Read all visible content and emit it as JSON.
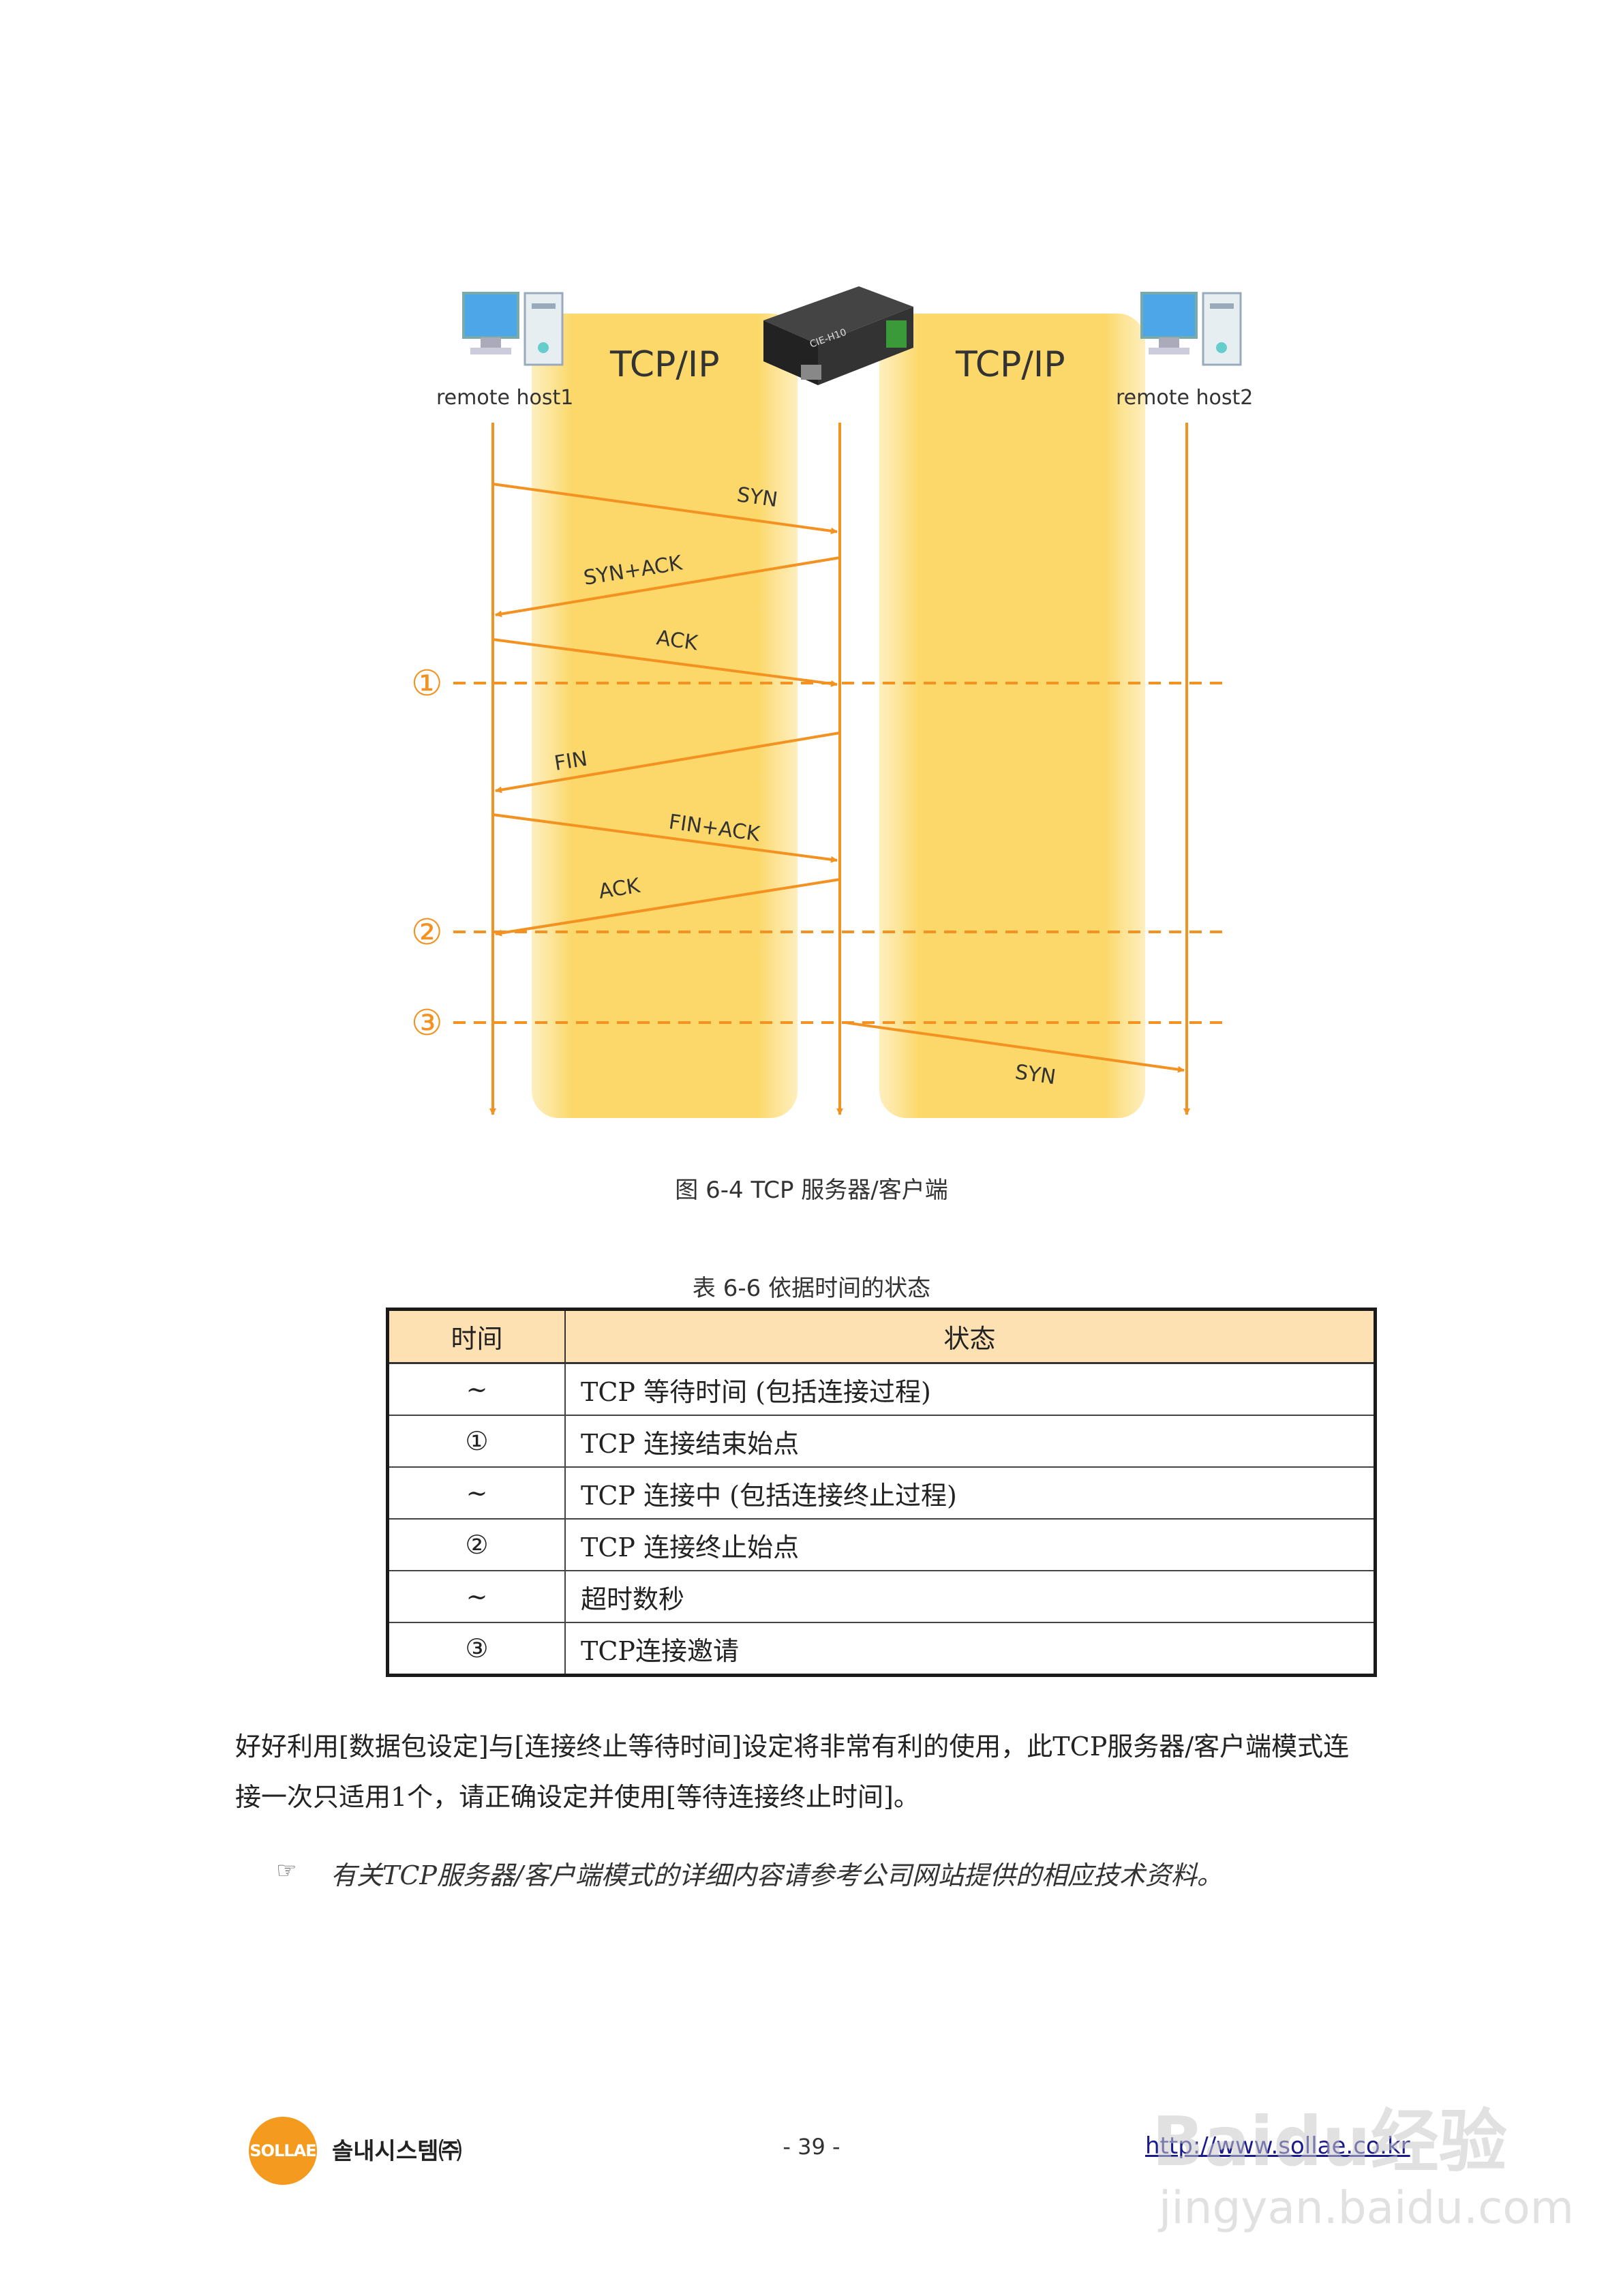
{
  "diagram": {
    "host1_label": "remote host1",
    "host2_label": "remote host2",
    "tcpip_left": "TCP/IP",
    "tcpip_right": "TCP/IP",
    "device_label": "CIE-H10",
    "messages": [
      "SYN",
      "SYN+ACK",
      "ACK",
      "FIN",
      "FIN+ACK",
      "ACK",
      "SYN"
    ],
    "markers": [
      "①",
      "②",
      "③"
    ],
    "colors": {
      "band": "#fcd86a",
      "arrow": "#f39220"
    }
  },
  "figure_caption": {
    "prefix": "图",
    "number": "6-4",
    "text": "TCP 服务器/客户端"
  },
  "table_caption": {
    "prefix": "表",
    "number": "6-6",
    "text": "依据时间的状态"
  },
  "table": {
    "headers": [
      "时间",
      "状态"
    ],
    "rows": [
      {
        "time": "~",
        "state": "TCP 等待时间 (包括连接过程)"
      },
      {
        "time": "①",
        "state": "TCP 连接结束始点"
      },
      {
        "time": "~",
        "state": "TCP 连接中 (包括连接终止过程)"
      },
      {
        "time": "②",
        "state": "TCP 连接终止始点"
      },
      {
        "time": "~",
        "state": "超时数秒"
      },
      {
        "time": "③",
        "state": "TCP连接邀请"
      }
    ]
  },
  "body": {
    "line1": "好好利用[数据包设定]与[连接终止等待时间]设定将非常有利的使用，此TCP服务器/客户端模式连",
    "line2": "接一次只适用1个，请正确设定并使用[等待连接终止时间]。",
    "note_icon": "☞",
    "note": "有关TCP服务器/客户端模式的详细内容请参考公司网站提供的相应技术资料。"
  },
  "footer": {
    "logo_text": "SOLLAE",
    "company": "솔내시스템㈜",
    "page": "- 39 -",
    "link": "http://www.sollae.co.kr"
  },
  "watermark": {
    "line1": "Baidu经验",
    "line2": "jingyan.baidu.com"
  }
}
